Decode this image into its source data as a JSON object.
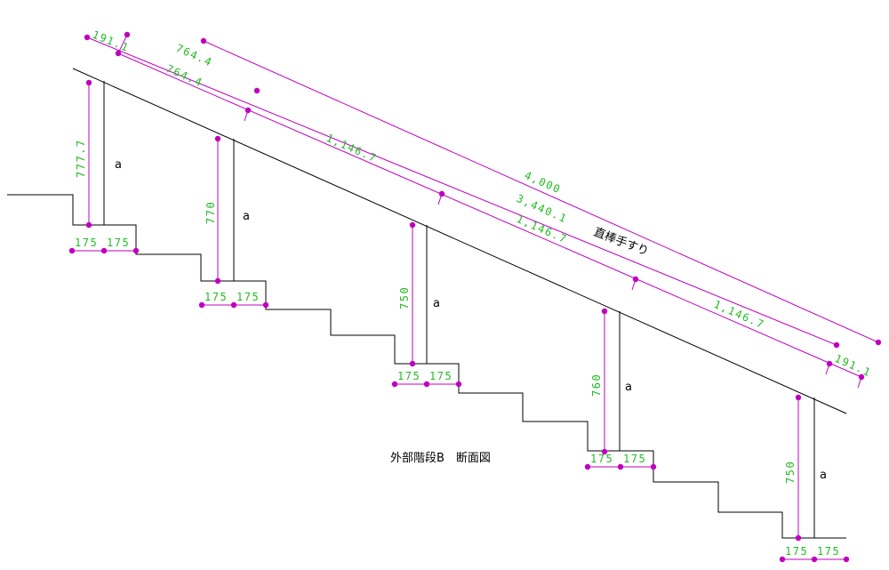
{
  "title": "外部階段B　断面図",
  "handrail_label": "直棒手すり",
  "post_label": "a",
  "posts": [
    {
      "height": "777.7",
      "left": "175",
      "right": "175"
    },
    {
      "height": "770",
      "left": "175",
      "right": "175"
    },
    {
      "height": "750",
      "left": "175",
      "right": "175"
    },
    {
      "height": "760",
      "left": "175",
      "right": "175"
    },
    {
      "height": "750",
      "left": "175",
      "right": "175"
    }
  ],
  "dims": {
    "overall": "4,000",
    "inner": "3,440.1",
    "end_offset_top": "191.1",
    "end_offset_bottom": "191.1",
    "first_span_upper": "764.4",
    "first_span_lower": "764.4",
    "span_1": "1,146.7",
    "span_2": "1,146.7",
    "span_3": "1,146.7"
  },
  "colors": {
    "line": "#000000",
    "dimension": "#c000c0",
    "dimension_text": "#22bb22"
  }
}
